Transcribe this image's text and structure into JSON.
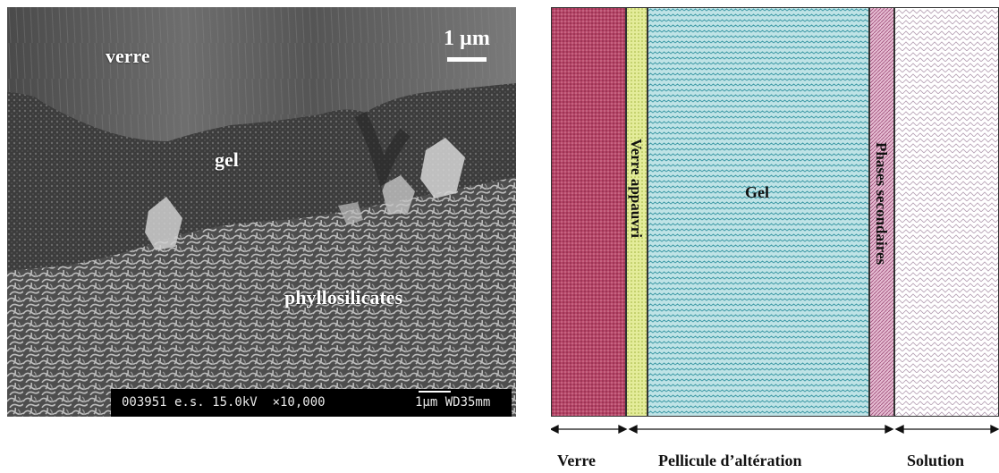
{
  "micrograph": {
    "labels": {
      "glass": "verre",
      "gel": "gel",
      "phyllosilicates": "phyllosilicates"
    },
    "scale_label": "1 µm",
    "info_bar": {
      "spec": "003951 e.s. 15.0kV  ×10,000",
      "scale": "1µm WD35mm"
    }
  },
  "schematic": {
    "layers": [
      {
        "id": "verre",
        "label": "",
        "color": "#b03a5b"
      },
      {
        "id": "verre-appauvri",
        "label": "Verre appauvri",
        "color": "#d6e27a"
      },
      {
        "id": "gel",
        "label": "Gel",
        "color": "#a8d8dc"
      },
      {
        "id": "phases-secondaires",
        "label": "Phases secondaires",
        "color": "#d8a7c4"
      },
      {
        "id": "solution",
        "label": "",
        "color": "#f4f0f4"
      }
    ],
    "zones": {
      "verre": "Verre",
      "pellicule": "Pellicule d’altération",
      "solution": "Solution"
    }
  }
}
